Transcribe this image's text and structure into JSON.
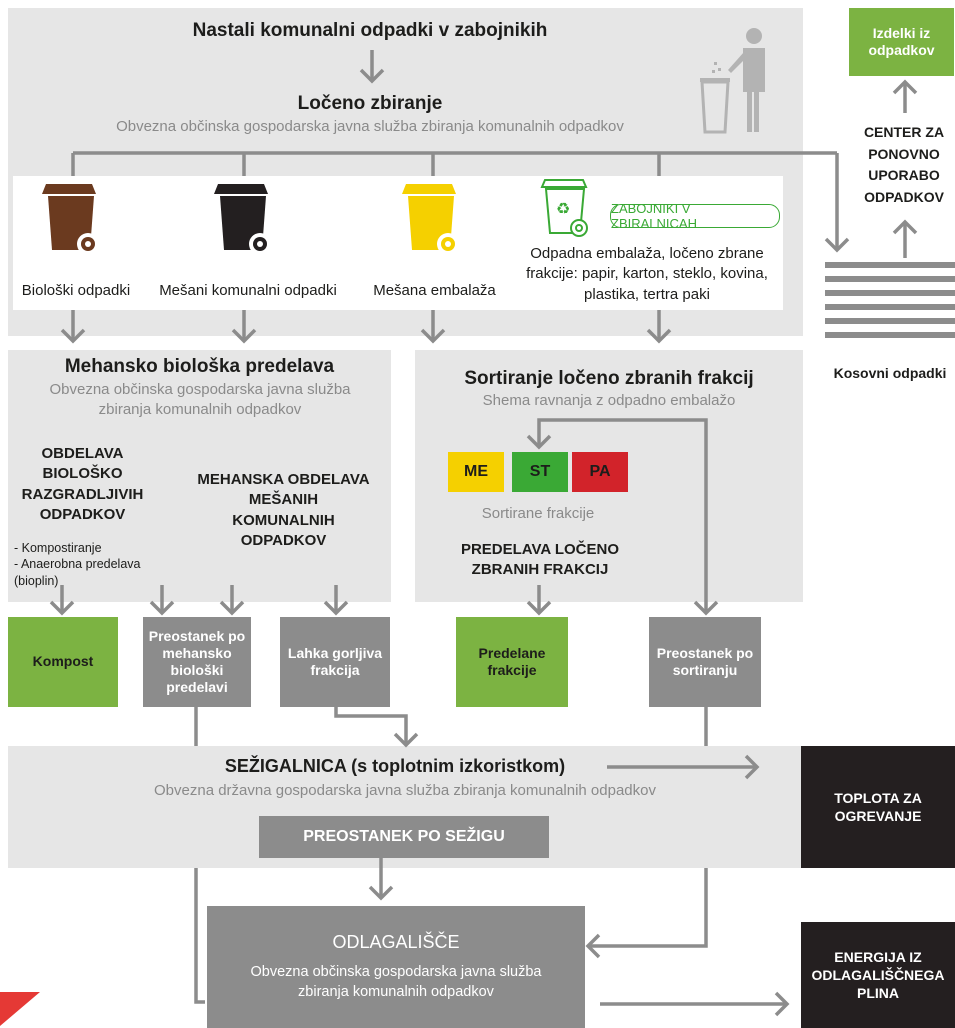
{
  "top": {
    "title": "Nastali komunalni odpadki v zabojnikih",
    "collection_title": "Ločeno zbiranje",
    "collection_sub": "Obvezna občinska gospodarska javna služba zbiranja komunalnih odpadkov"
  },
  "bins": [
    {
      "label": "Biološki odpadki",
      "color": "#6b3a1f"
    },
    {
      "label": "Mešani komunalni odpadki",
      "color": "#231f20"
    },
    {
      "label": "Mešana embalaža",
      "color": "#f5d000"
    }
  ],
  "recycle_bin": {
    "tag": "ZABOJNIKI V ZBIRALNICAH",
    "label": "Odpadna embalaža, ločeno zbrane frakcije: papir, karton, steklo, kovina, plastika, tertra paki",
    "color": "#3aa935"
  },
  "right": {
    "products": "Izdelki iz odpadkov",
    "center": "CENTER ZA PONOVNO UPORABO ODPADKOV",
    "bulky": "Kosovni odpadki"
  },
  "mbt": {
    "title": "Mehansko biološka predelava",
    "sub": "Obvezna občinska gospodarska javna služba zbiranja komunalnih odpadkov",
    "bio_title": "OBDELAVA BIOLOŠKO RAZGRADLJIVIH ODPADKOV",
    "bio_items": [
      "- Kompostiranje",
      "- Anaerobna predelava",
      "(bioplin)"
    ],
    "mech_title": "MEHANSKA OBDELAVA MEŠANIH KOMUNALNIH ODPADKOV"
  },
  "sort": {
    "title": "Sortiranje ločeno zbranih frakcij",
    "sub": "Shema ravnanja z odpadno embalažo",
    "tags": [
      {
        "label": "ME",
        "color": "#f5d000"
      },
      {
        "label": "ST",
        "color": "#3aa935"
      },
      {
        "label": "PA",
        "color": "#d2232a"
      }
    ],
    "sorted_label": "Sortirane frakcije",
    "process_title": "PREDELAVA LOČENO ZBRANIH FRAKCIJ"
  },
  "outputs": {
    "kompost": "Kompost",
    "residue_mbt": "Preostanek po mehansko biološki predelavi",
    "light_fraction": "Lahka gorljiva frakcija",
    "processed": "Predelane frakcije",
    "residue_sort": "Preostanek po sortiranju"
  },
  "incinerator": {
    "title": "SEŽIGALNICA (s toplotnim izkoristkom)",
    "sub": "Obvezna državna gospodarska javna služba zbiranja komunalnih odpadkov",
    "residue": "PREOSTANEK PO SEŽIGU",
    "heat": "TOPLOTA ZA OGREVANJE"
  },
  "landfill": {
    "title": "ODLAGALIŠČE",
    "sub": "Obvezna občinska gospodarska javna služba zbiranja komunalnih odpadkov",
    "energy": "ENERGIJA IZ ODLAGALIŠČNEGA PLINA"
  }
}
